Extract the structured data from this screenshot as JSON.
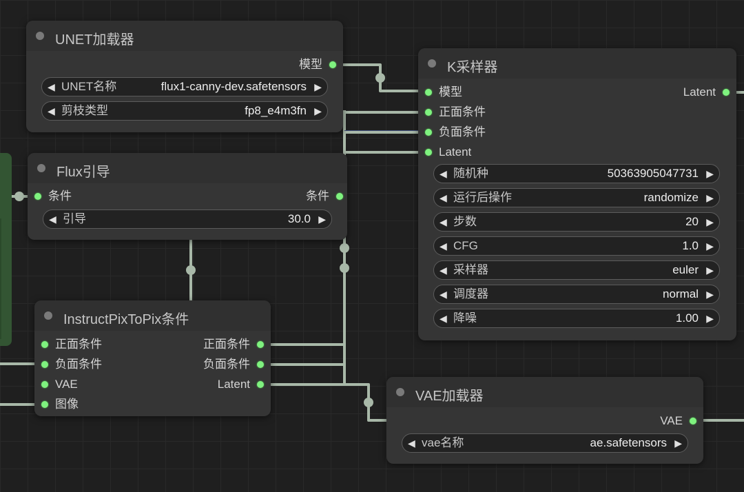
{
  "colors": {
    "background": "#1f1f1f",
    "node_body": "#353535",
    "node_header": "#303030",
    "wire": "#a8b8a8",
    "slot": "#7ff27f",
    "widget_bg": "#222222"
  },
  "unet_loader": {
    "title": "UNET加载器",
    "output_model": "模型",
    "widget_name": {
      "label": "UNET名称",
      "value": "flux1-canny-dev.safetensors"
    },
    "widget_dtype": {
      "label": "剪枝类型",
      "value": "fp8_e4m3fn"
    }
  },
  "flux_guidance": {
    "title": "Flux引导",
    "input_cond": "条件",
    "output_cond": "条件",
    "widget_guidance": {
      "label": "引导",
      "value": "30.0"
    }
  },
  "ksampler": {
    "title": "K采样器",
    "inputs": [
      "模型",
      "正面条件",
      "负面条件",
      "Latent"
    ],
    "output_latent": "Latent",
    "widgets": [
      {
        "label": "随机种",
        "value": "50363905047731"
      },
      {
        "label": "运行后操作",
        "value": "randomize"
      },
      {
        "label": "步数",
        "value": "20"
      },
      {
        "label": "CFG",
        "value": "1.0"
      },
      {
        "label": "采样器",
        "value": "euler"
      },
      {
        "label": "调度器",
        "value": "normal"
      },
      {
        "label": "降噪",
        "value": "1.00"
      }
    ]
  },
  "ip2p": {
    "title": "InstructPixToPix条件",
    "inputs": [
      "正面条件",
      "负面条件",
      "VAE",
      "图像"
    ],
    "outputs": [
      "正面条件",
      "负面条件",
      "Latent"
    ]
  },
  "vae_loader": {
    "title": "VAE加载器",
    "output_vae": "VAE",
    "widget_name": {
      "label": "vae名称",
      "value": "ae.safetensors"
    }
  },
  "icons": {
    "arrow_left": "◀",
    "arrow_right": "▶"
  }
}
